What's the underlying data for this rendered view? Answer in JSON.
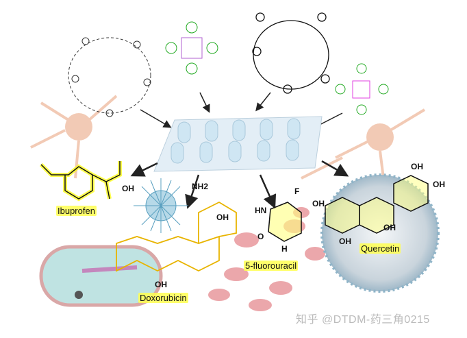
{
  "drugs": {
    "ibuprofen": "Ibuprofen",
    "doxorubicin": "Doxorubicin",
    "fluorouracil": "5-fluorouracil",
    "quercetin": "Quercetin"
  },
  "atoms": {
    "oh": "OH",
    "nh2": "NH2",
    "hn": "HN",
    "f": "F",
    "o": "O",
    "h": "H"
  },
  "watermark": "知乎 @DTDM-药三角0215",
  "colors": {
    "highlight": "#ffff55",
    "bond": "#222222",
    "pill": "#cfe6f3",
    "blood": "#e58a8f"
  }
}
